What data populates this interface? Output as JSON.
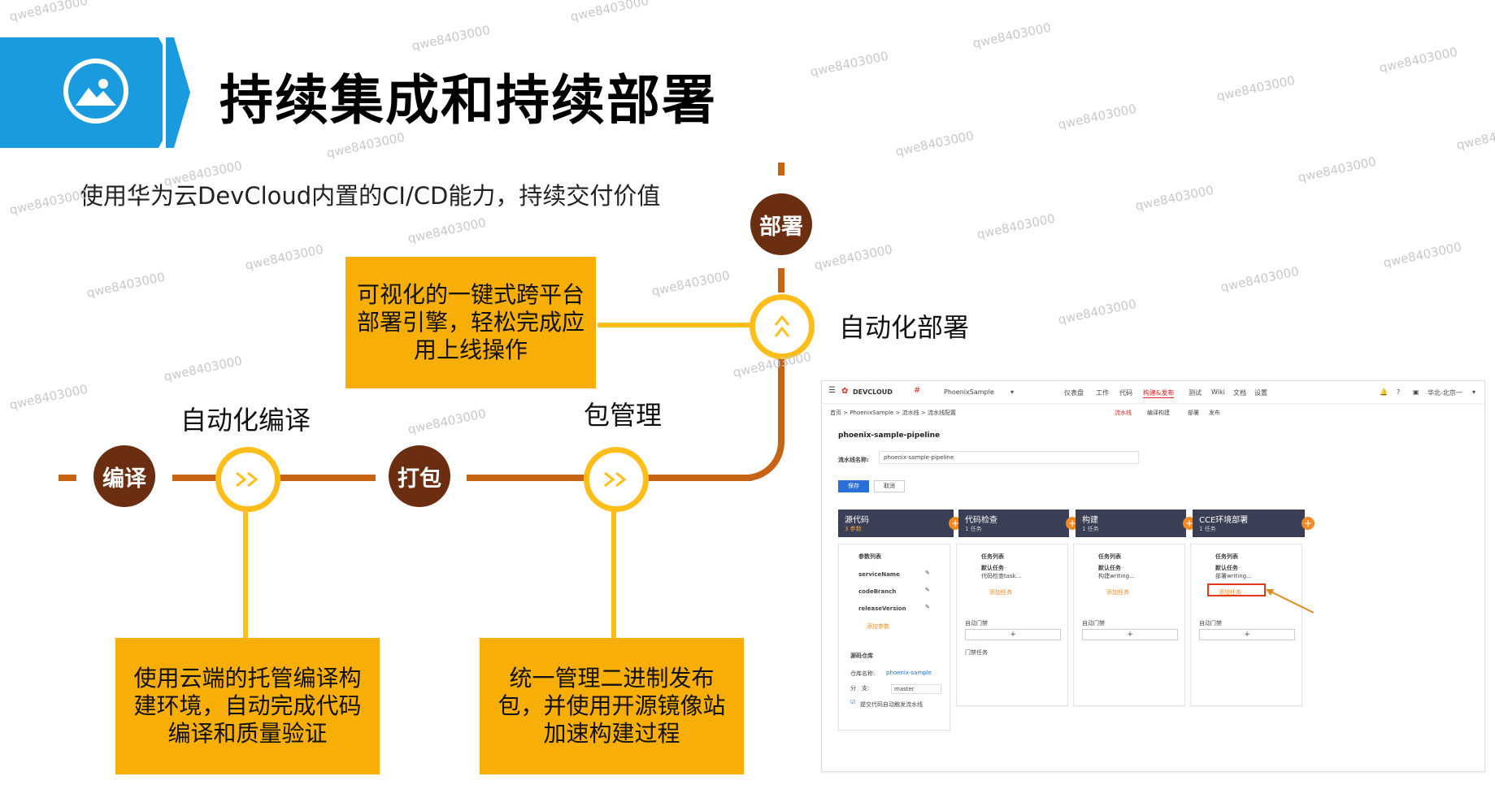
{
  "header": {
    "title": "持续集成和持续部署"
  },
  "subtitle": "使用华为云DevCloud内置的CI/CD能力，持续交付价值",
  "nodes": {
    "compile": "编译",
    "package": "打包",
    "deploy": "部署"
  },
  "labels": {
    "auto_compile": "自动化编译",
    "package_mgmt": "包管理",
    "auto_deploy": "自动化部署"
  },
  "boxes": {
    "deploy_engine": "可视化的一键式跨平台部署引擎，轻松完成应用上线操作",
    "cloud_build": "使用云端的托管编译构建环境，自动完成代码编译和质量验证",
    "binary_mgmt": "统一管理二进制发布包，并使用开源镜像站加速构建过程"
  },
  "watermark": "qwe8403000",
  "colors": {
    "header_blue": "#1a9be0",
    "line_orange": "#c76414",
    "line_yellow": "#ffbd1a",
    "node_brown": "#6b2e10",
    "box_orange": "#f7ae06"
  },
  "icons": {
    "header": "image-icon",
    "ring": "chevron-right-double-icon"
  },
  "shot": {
    "logo": "DEVCLOUD",
    "project": "PhoenixSample",
    "nav": [
      "仪表盘",
      "工作",
      "代码",
      "构建&发布",
      "测试",
      "Wiki",
      "文档",
      "设置"
    ],
    "region": "华北-北京一",
    "breadcrumb": "首页 > PhoenixSample > 流水线 > 流水线配置",
    "subnav": [
      "流水线",
      "编译构建",
      "部署",
      "发布"
    ],
    "pipeline_name": "phoenix-sample-pipeline",
    "name_label": "流水线名称:",
    "name_value": "phoenix-sample-pipeline",
    "save": "保存",
    "cancel": "取消",
    "stages": [
      {
        "name": "源代码",
        "sub": "3 参数"
      },
      {
        "name": "代码检查",
        "sub": "1 任务"
      },
      {
        "name": "构建",
        "sub": "1 任务"
      },
      {
        "name": "CCE环境部署",
        "sub": "1 任务"
      }
    ],
    "params_title": "参数列表",
    "params": [
      "serviceName",
      "codeBranch",
      "releaseVersion"
    ],
    "add_param": "添加参数",
    "repo_title": "源码仓库",
    "repo_name_label": "仓库名称:",
    "repo_name": "phoenix-sample",
    "branch_label": "分　支:",
    "branch": "master",
    "auto_trigger": "提交代码自动触发流水线",
    "task_list": "任务列表",
    "default_task": "默认任务",
    "task_items": [
      "代码检查task...",
      "构建writing...",
      "部署writing..."
    ],
    "add_task": "添加任务",
    "auto_gate": "自动门禁",
    "gate_task": "门禁任务"
  }
}
